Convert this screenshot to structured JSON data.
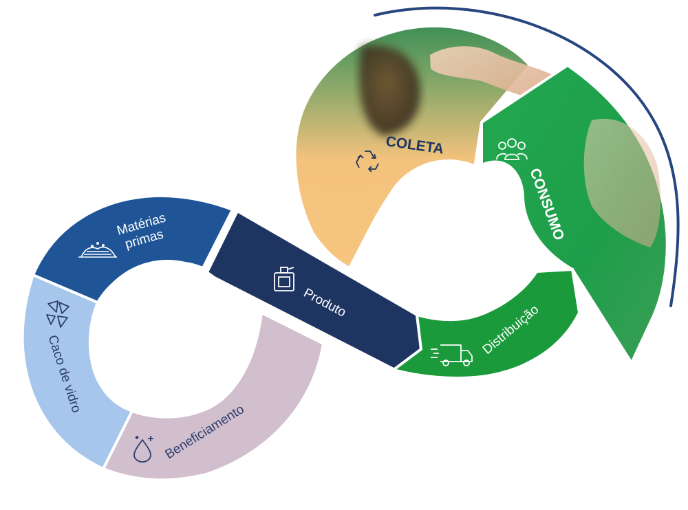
{
  "stages": {
    "materias_primas": {
      "line1": "Matérias",
      "line2": "primas",
      "color": "#1f5596"
    },
    "caco_de_vidro": {
      "label": "Caco de vidro",
      "color": "#a7c6ec"
    },
    "beneficiamento": {
      "label": "Beneficiamento",
      "color": "#d2bfcd"
    },
    "produto": {
      "label": "Produto",
      "color": "#1e3461"
    },
    "distribuicao": {
      "label": "Distribuição",
      "color": "#1a9a3a"
    },
    "consumo": {
      "label": "CONSUMO",
      "color": "#1fa34d"
    },
    "coleta": {
      "label": "COLETA",
      "color": "#f2c27f"
    }
  },
  "icons": [
    "sand-pile-icon",
    "glass-shards-icon",
    "water-drop-sparkle-icon",
    "perfume-bottle-icon",
    "delivery-truck-icon",
    "people-group-icon",
    "recycle-icon"
  ],
  "accent_arc_color": "#27457e"
}
